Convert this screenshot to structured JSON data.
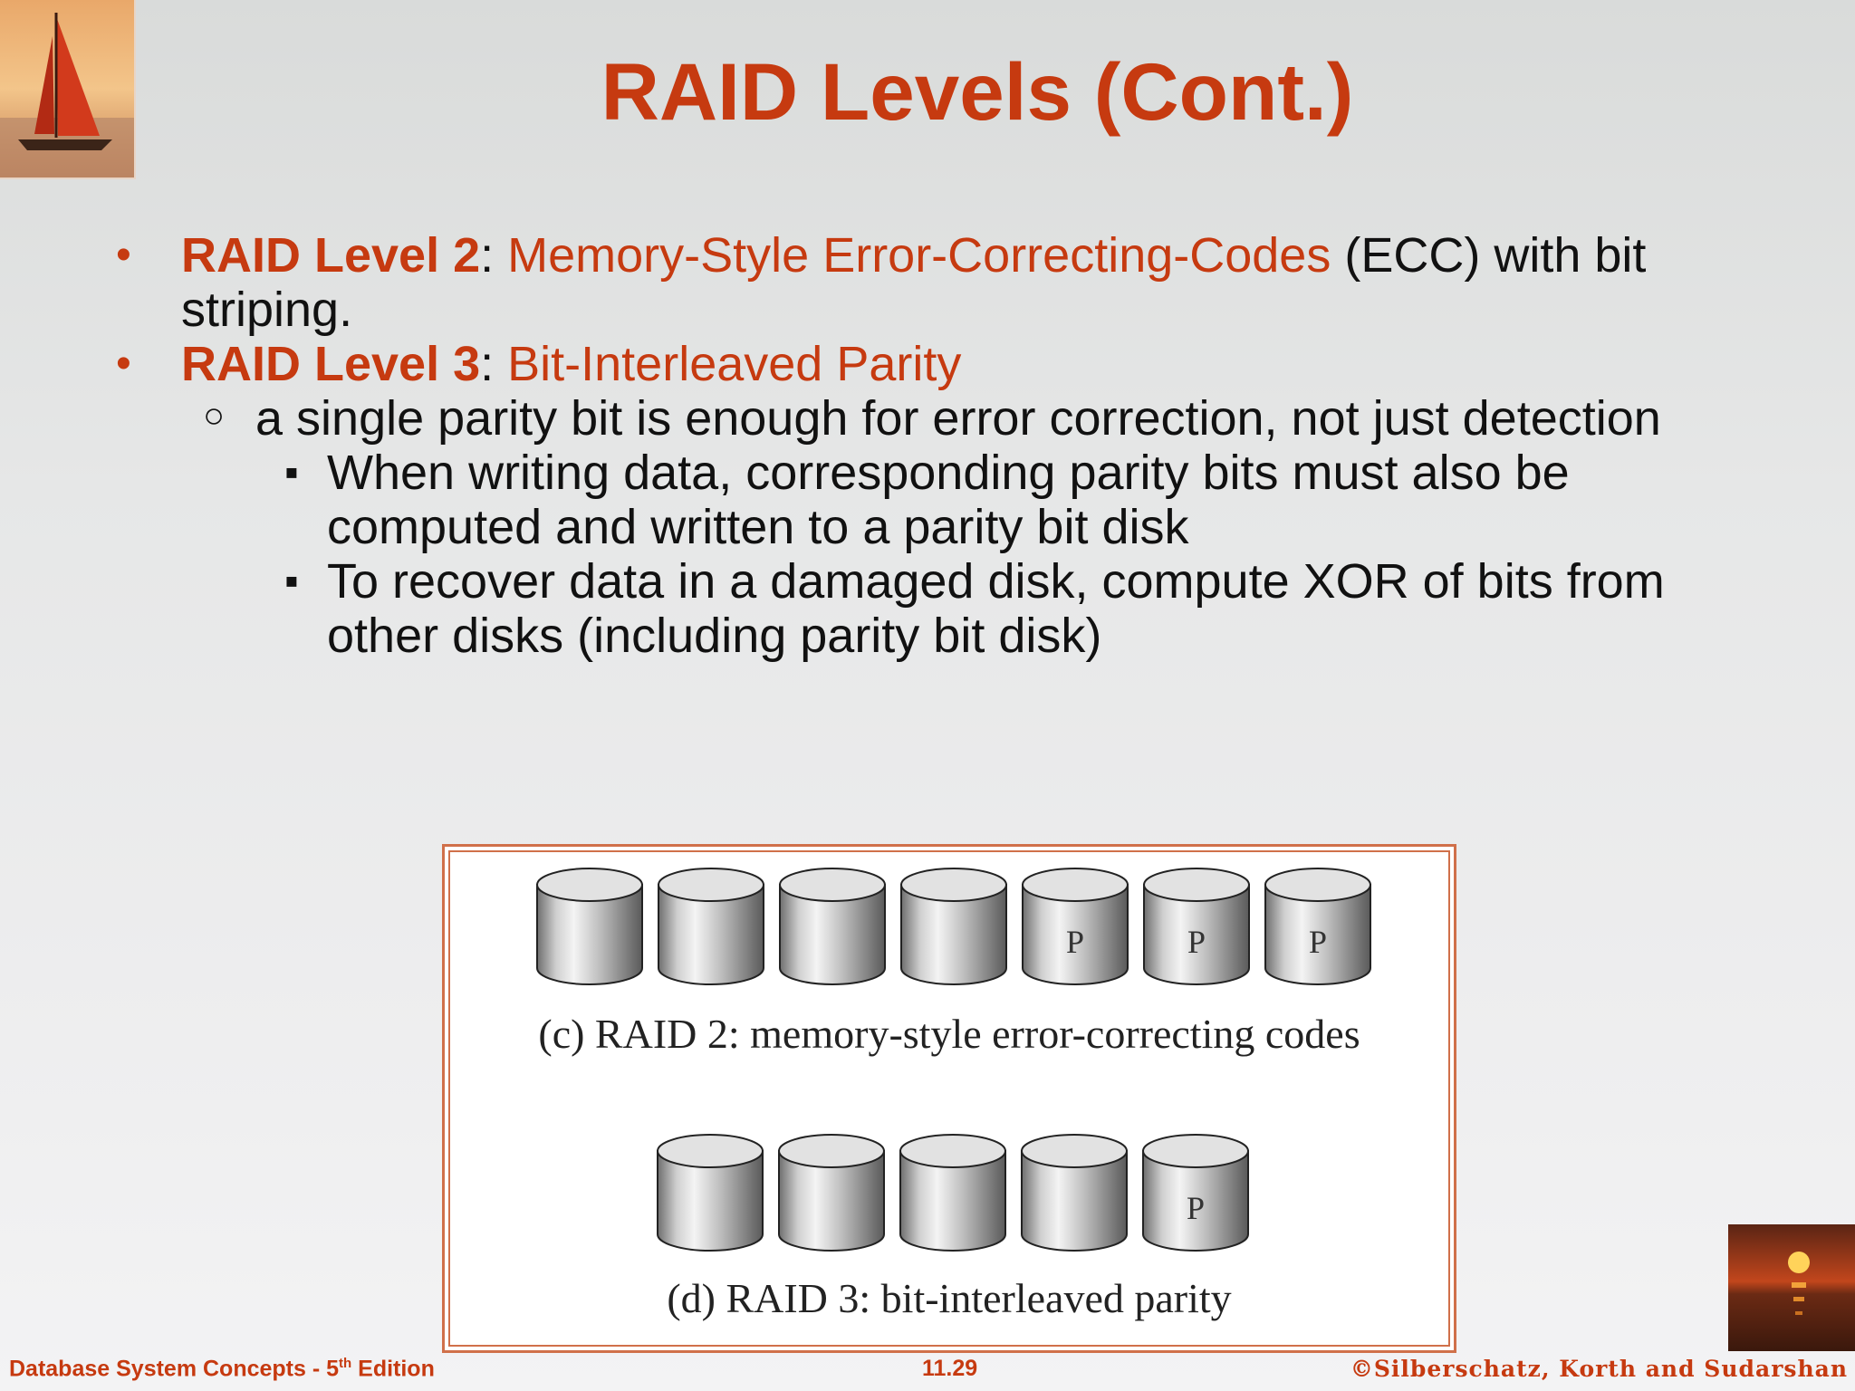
{
  "slide": {
    "title": "RAID Levels (Cont.)",
    "bullets": [
      {
        "label": "RAID Level 2",
        "sep": ": ",
        "term": "Memory-Style Error-Correcting-Codes",
        "rest": " (ECC) with bit striping."
      },
      {
        "label": "RAID Level 3",
        "sep": ": ",
        "term": "Bit-Interleaved Parity"
      }
    ],
    "sub_bullet": "a single parity bit is enough for error correction, not just detection",
    "sub_sub_bullets": [
      "When writing data, corresponding parity bits must also be computed and written to a parity bit disk",
      "To recover data in a damaged disk, compute XOR of bits from other disks (including parity bit disk)"
    ],
    "bullet_glyphs": {
      "l1": "•",
      "l2": "○",
      "l3": "▪"
    }
  },
  "figure": {
    "raid2": {
      "caption": "(c) RAID 2: memory-style error-correcting codes",
      "disks": [
        "",
        "",
        "",
        "",
        "P",
        "P",
        "P"
      ]
    },
    "raid3": {
      "caption": "(d) RAID 3: bit-interleaved parity",
      "disks": [
        "",
        "",
        "",
        "",
        "P"
      ]
    }
  },
  "footer": {
    "left_pre": "Database System Concepts - 5",
    "left_sup": "th",
    "left_post": " Edition",
    "center": "11.29",
    "right": "©Silberschatz, Korth and Sudarshan"
  },
  "colors": {
    "accent": "#c63a10",
    "text": "#111111",
    "frame": "#d0704a"
  },
  "icons": [
    "sailboat-logo",
    "sunset-logo",
    "disk-cylinder-icon"
  ]
}
